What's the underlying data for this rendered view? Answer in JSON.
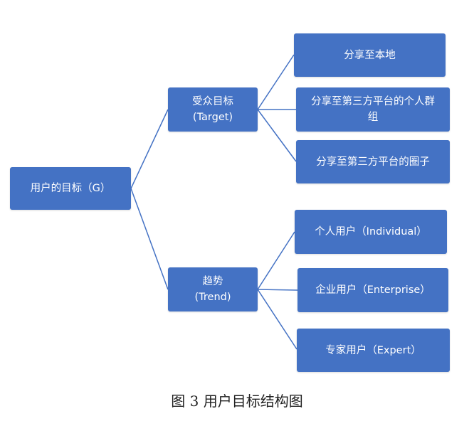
{
  "colors": {
    "node_fill": "#4472c4",
    "node_text": "#ffffff",
    "connector": "#4472c4"
  },
  "root": {
    "label": "用户的目标（G）"
  },
  "target": {
    "label": "受众目标",
    "sub": "(Target)",
    "children": [
      {
        "label": "分享至本地"
      },
      {
        "label": "分享至第三方平台的个人群组"
      },
      {
        "label": "分享至第三方平台的圈子"
      }
    ]
  },
  "trend": {
    "label": "趋势",
    "sub": "(Trend)",
    "children": [
      {
        "label": "个人用户（Individual）"
      },
      {
        "label": "企业用户（Enterprise）"
      },
      {
        "label": "专家用户（Expert）"
      }
    ]
  },
  "caption": "图 3  用户目标结构图"
}
